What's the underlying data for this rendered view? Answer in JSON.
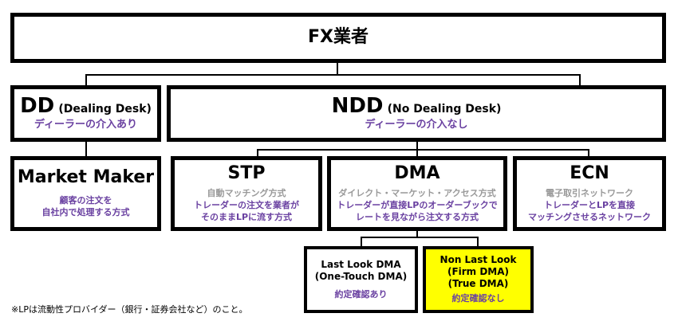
{
  "root": {
    "title": "FX業者"
  },
  "dd": {
    "title": "DD",
    "subtitle": "(Dealing Desk)",
    "desc": "ディーラーの介入あり"
  },
  "ndd": {
    "title": "NDD",
    "subtitle": "(No Dealing Desk)",
    "desc": "ディーラーの介入なし"
  },
  "market_maker": {
    "title": "Market Maker",
    "line1": "顧客の注文を",
    "line2": "自社内で処理する方式"
  },
  "stp": {
    "title": "STP",
    "gray": "自動マッチング方式",
    "line1": "トレーダーの注文を業者が",
    "line2": "そのままLPに流す方式"
  },
  "dma": {
    "title": "DMA",
    "gray": "ダイレクト・マーケット・アクセス方式",
    "line1": "トレーダーが直接LPのオーダーブックで",
    "line2": "レートを見ながら注文する方式"
  },
  "ecn": {
    "title": "ECN",
    "gray": "電子取引ネットワーク",
    "line1": "トレーダーとLPを直接",
    "line2": "マッチングさせるネットワーク"
  },
  "last_look": {
    "line1": "Last Look DMA",
    "line2": "(One-Touch DMA)",
    "desc": "約定確認あり"
  },
  "non_last_look": {
    "line1": "Non Last Look",
    "line2": "(Firm DMA)",
    "line3": "(True DMA)",
    "desc": "約定確認なし"
  },
  "footnote": "※LPは流動性プロバイダー（銀行・証券会社など）のこと。"
}
